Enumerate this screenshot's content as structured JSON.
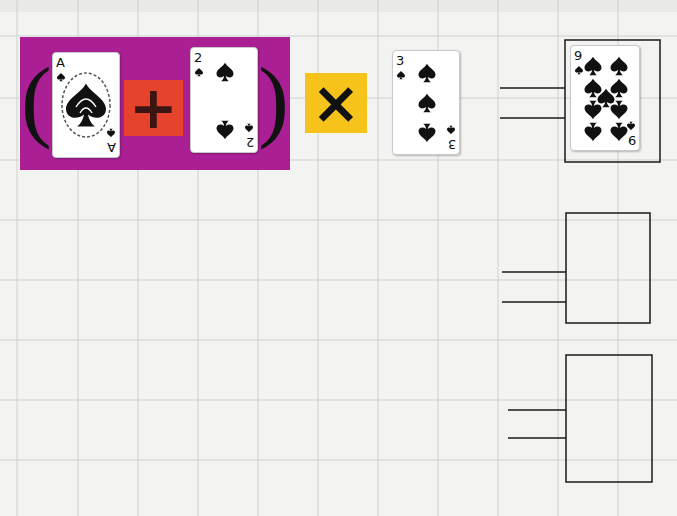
{
  "diagram": {
    "nodes": [
      {
        "text": [
          "(",
          ")"
        ]
      },
      {
        "text": [
          "A",
          "A"
        ],
        "in": 0
      },
      {
        "text": [
          "+"
        ],
        "in": 0
      },
      {
        "text": [
          "2",
          "2"
        ],
        "in": 0
      },
      {
        "text": [
          "×"
        ]
      },
      {
        "text": [
          "3",
          "3"
        ]
      },
      {
        "text": [
          "9",
          "9"
        ]
      }
    ]
  }
}
